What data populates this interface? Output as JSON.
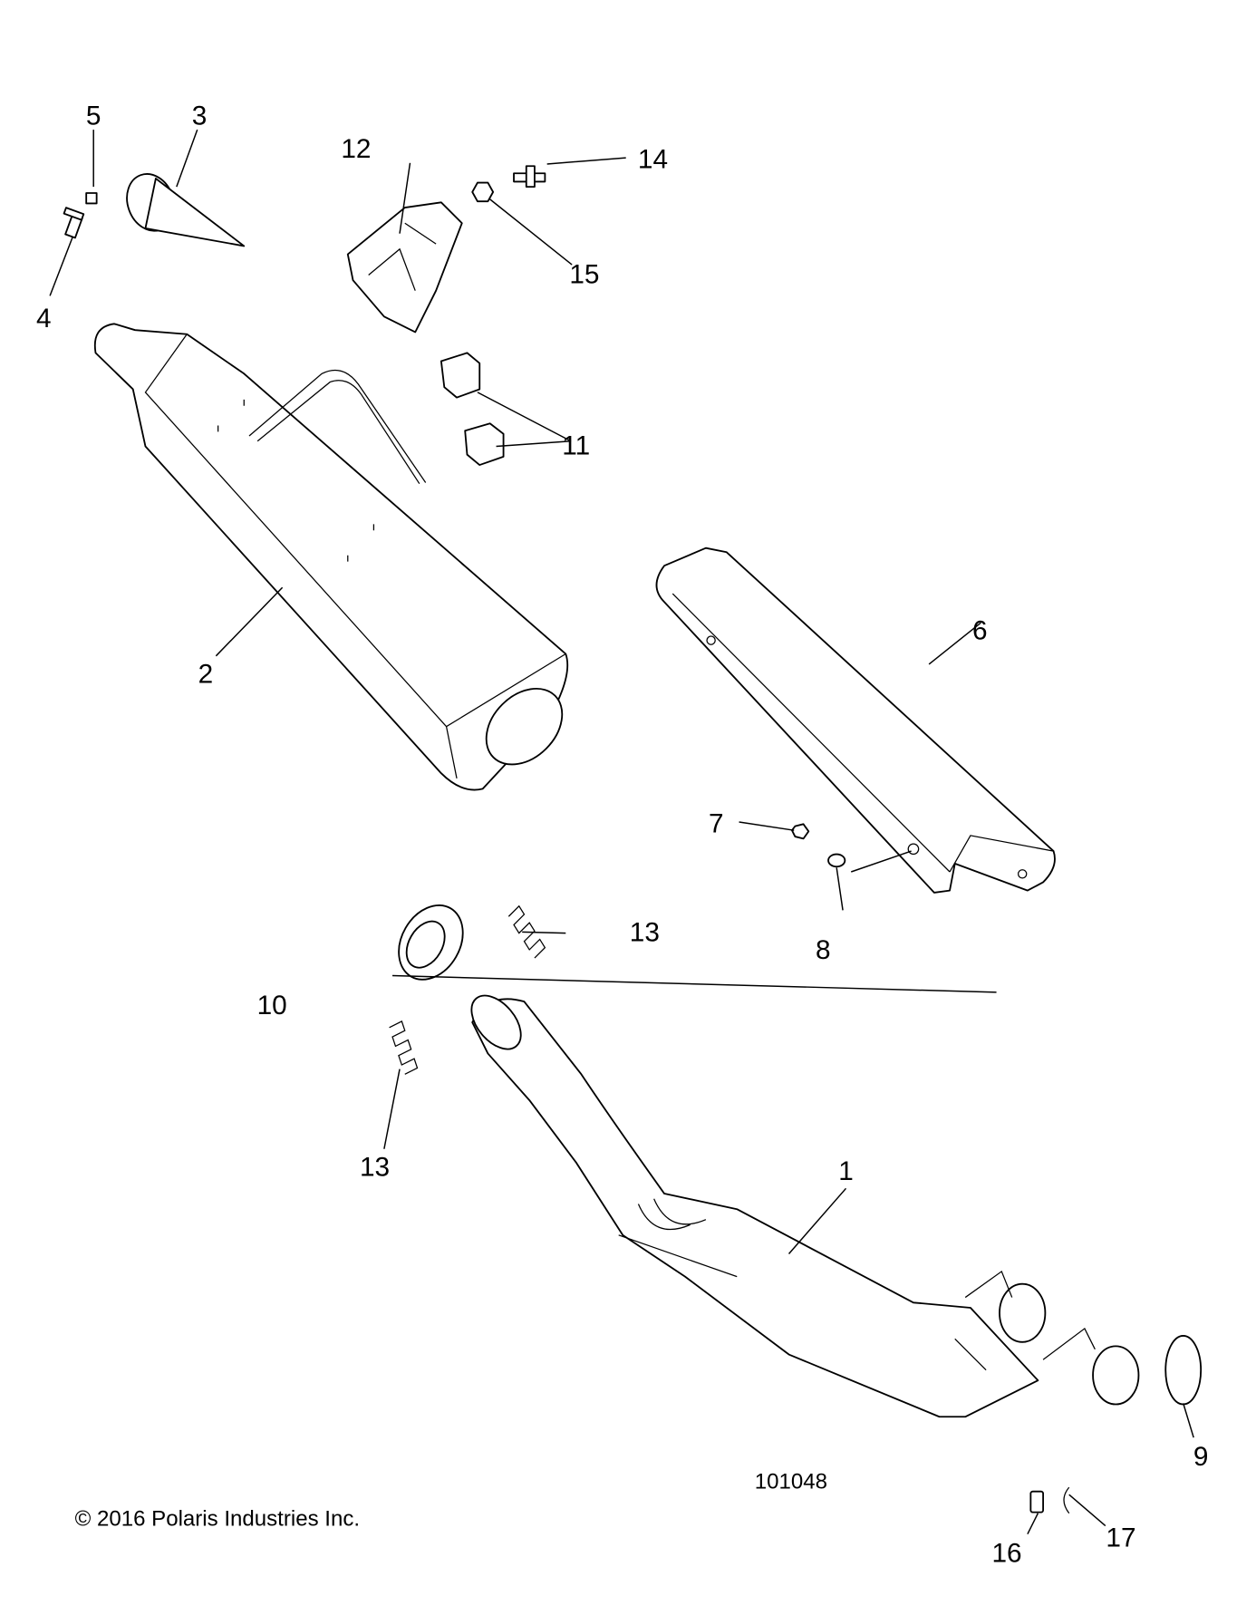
{
  "callouts": [
    "1",
    "2",
    "3",
    "4",
    "5",
    "6",
    "7",
    "8",
    "9",
    "10",
    "11",
    "12",
    "13",
    "13",
    "14",
    "15",
    "16",
    "17"
  ],
  "drawing_number": "101048",
  "copyright": "© 2016 Polaris Industries Inc."
}
